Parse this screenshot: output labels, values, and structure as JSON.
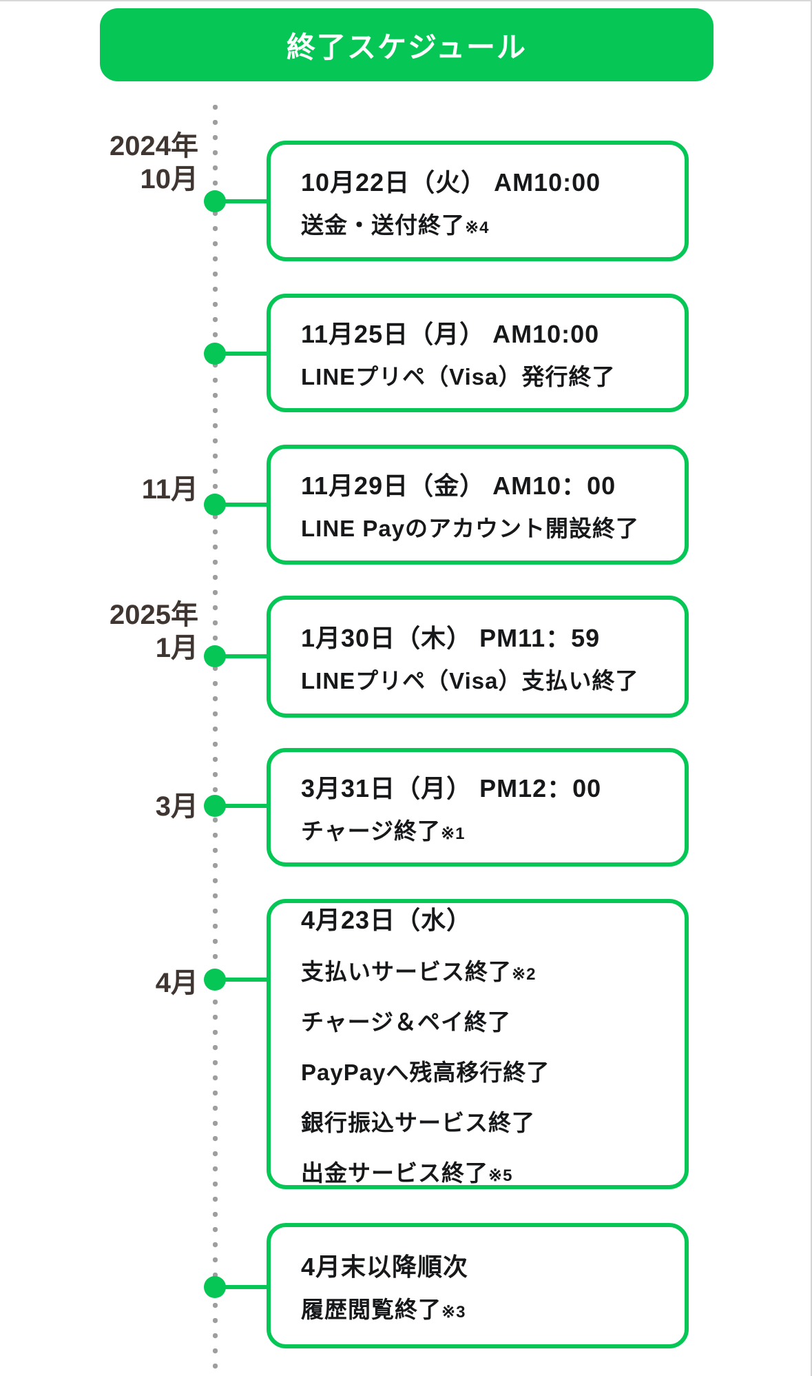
{
  "header": {
    "title": "終了スケジュール",
    "bg_color": "#06c755",
    "text_color": "#ffffff"
  },
  "timeline": {
    "accent_color": "#06c755",
    "dotted_line_color": "#9e9e9e",
    "label_color": "#3f3632",
    "card_text_color": "#17181a",
    "events": [
      {
        "label": [
          "2024年",
          "10月"
        ],
        "date": "10月22日（火） AM10:00",
        "lines": [
          {
            "text": "送金・送付終了",
            "note": "※4"
          }
        ]
      },
      {
        "label": [],
        "date": "11月25日（月） AM10:00",
        "lines": [
          {
            "text": "LINEプリペ（Visa）発行終了",
            "note": ""
          }
        ]
      },
      {
        "label": [
          "11月"
        ],
        "date": "11月29日（金） AM10：00",
        "lines": [
          {
            "text": "LINE Payのアカウント開設終了",
            "note": ""
          }
        ]
      },
      {
        "label": [
          "2025年",
          "1月"
        ],
        "date": "1月30日（木） PM11：59",
        "lines": [
          {
            "text": "LINEプリペ（Visa）支払い終了",
            "note": ""
          }
        ]
      },
      {
        "label": [
          "3月"
        ],
        "date": "3月31日（月） PM12：00",
        "lines": [
          {
            "text": "チャージ終了",
            "note": "※1"
          }
        ]
      },
      {
        "label": [
          "4月"
        ],
        "date": "4月23日（水）",
        "lines": [
          {
            "text": "支払いサービス終了",
            "note": "※2"
          },
          {
            "text": "チャージ＆ペイ終了",
            "note": ""
          },
          {
            "text": "PayPayへ残高移行終了",
            "note": ""
          },
          {
            "text": "銀行振込サービス終了",
            "note": ""
          },
          {
            "text": "出金サービス終了",
            "note": "※5"
          }
        ]
      },
      {
        "label": [],
        "date": "4月末以降順次",
        "lines": [
          {
            "text": "履歴閲覧終了",
            "note": "※3"
          }
        ]
      }
    ]
  }
}
